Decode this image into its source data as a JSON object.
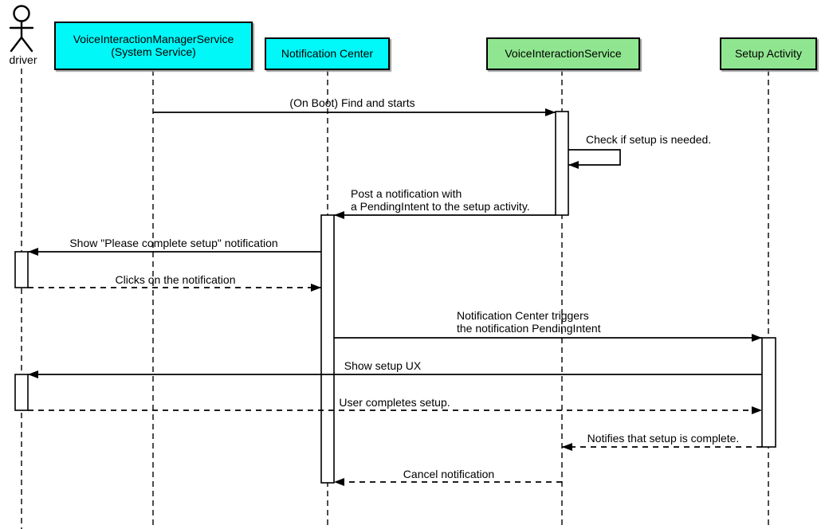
{
  "diagram": {
    "kind": "uml-sequence-diagram",
    "colors": {
      "participant_cyan": "#00f8f8",
      "participant_green": "#90e690",
      "line_color": "#000000",
      "background": "#ffffff"
    },
    "actors": [
      {
        "id": "driver",
        "label": "driver",
        "type": "actor"
      },
      {
        "id": "voice-interaction-manager-service",
        "label": "VoiceInteractionManagerService",
        "sublabel": "(System Service)",
        "type": "participant",
        "fill": "#00f8f8"
      },
      {
        "id": "notification-center",
        "label": "Notification Center",
        "type": "participant",
        "fill": "#00f8f8"
      },
      {
        "id": "voice-interaction-service",
        "label": "VoiceInteractionService",
        "type": "participant",
        "fill": "#90e690"
      },
      {
        "id": "setup-activity",
        "label": "Setup Activity",
        "type": "participant",
        "fill": "#90e690"
      }
    ],
    "messages": [
      {
        "from": "voice-interaction-manager-service",
        "to": "voice-interaction-service",
        "style": "solid",
        "label": "(On Boot) Find and starts"
      },
      {
        "from": "voice-interaction-service",
        "to": "voice-interaction-service",
        "style": "solid-self-call",
        "label": "Check if setup is needed."
      },
      {
        "from": "voice-interaction-service",
        "to": "notification-center",
        "style": "solid",
        "lines": [
          "Post a notification with",
          "a PendingIntent to the setup activity."
        ]
      },
      {
        "from": "notification-center",
        "to": "driver",
        "style": "solid",
        "label": "Show \"Please complete setup\" notification"
      },
      {
        "from": "driver",
        "to": "notification-center",
        "style": "dashed",
        "label": "Clicks on the notification"
      },
      {
        "from": "notification-center",
        "to": "setup-activity",
        "style": "solid",
        "lines": [
          "Notification Center triggers",
          "the notification PendingIntent"
        ]
      },
      {
        "from": "setup-activity",
        "to": "driver",
        "style": "solid",
        "label": "Show setup UX"
      },
      {
        "from": "driver",
        "to": "setup-activity",
        "style": "dashed",
        "label": "User completes setup."
      },
      {
        "from": "setup-activity",
        "to": "voice-interaction-service",
        "style": "dashed",
        "label": "Notifies that setup is complete."
      },
      {
        "from": "voice-interaction-service",
        "to": "notification-center",
        "style": "dashed",
        "label": "Cancel notification"
      }
    ]
  }
}
